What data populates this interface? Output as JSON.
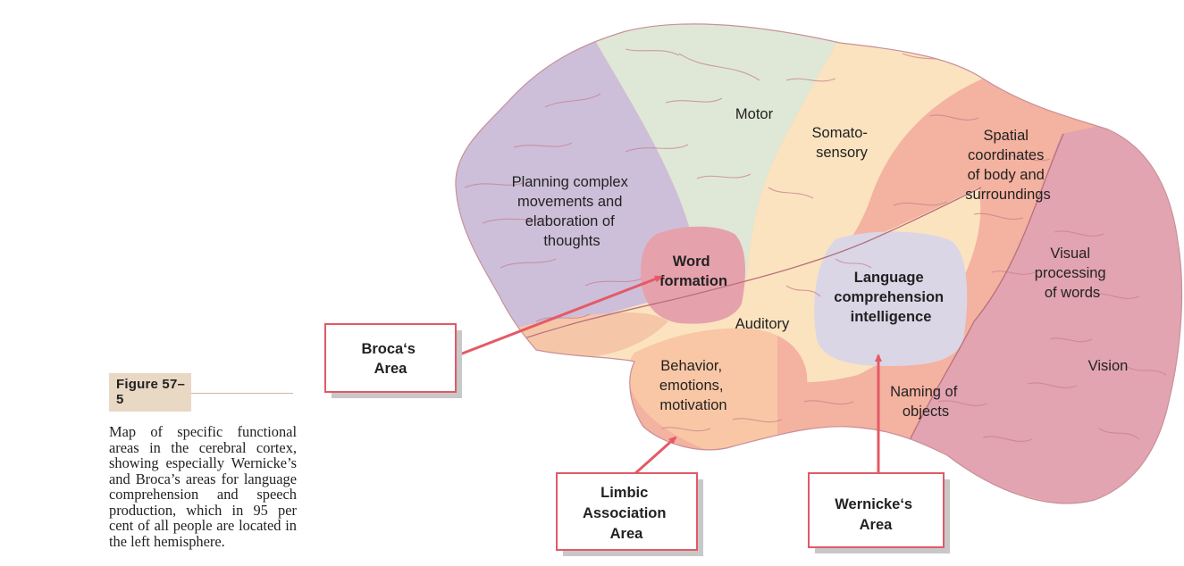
{
  "figure": {
    "label": "Figure 57–5",
    "caption": "Map of specific functional areas in the cerebral cortex, showing especially Wernicke’s and Broca’s areas for language comprehension and speech production, which in 95 per cent of all people are located in the left hemisphere."
  },
  "regions": {
    "motor": [
      "Motor"
    ],
    "somatosensory": [
      "Somato-",
      "sensory"
    ],
    "spatial": [
      "Spatial",
      "coordinates",
      "of body and",
      "surroundings"
    ],
    "planning": [
      "Planning complex",
      "movements and",
      "elaboration of",
      "thoughts"
    ],
    "word_formation": [
      "Word",
      "formation"
    ],
    "language": [
      "Language",
      "comprehension",
      "intelligence"
    ],
    "visual_words": [
      "Visual",
      "processing",
      "of words"
    ],
    "auditory": [
      "Auditory"
    ],
    "vision": [
      "Vision"
    ],
    "behavior": [
      "Behavior,",
      "emotions,",
      "motivation"
    ],
    "naming": [
      "Naming of",
      "objects"
    ]
  },
  "callouts": {
    "broca": [
      "Broca‘s",
      "Area"
    ],
    "limbic": [
      "Limbic",
      "Association",
      "Area"
    ],
    "wernicke": [
      "Wernicke‘s",
      "Area"
    ]
  },
  "colors": {
    "frontal_purple": "#cdbfd9",
    "motor_green": "#dfe8d6",
    "somatosensory_cream": "#fbe3bf",
    "parietal_salmon": "#f4b2a0",
    "occipital_pink": "#e2a4b0",
    "word_formation_pink": "#e6a2ac",
    "language_lavender": "#dad6e6",
    "callout_border": "#e05a66",
    "arrow": "#e45a66"
  }
}
